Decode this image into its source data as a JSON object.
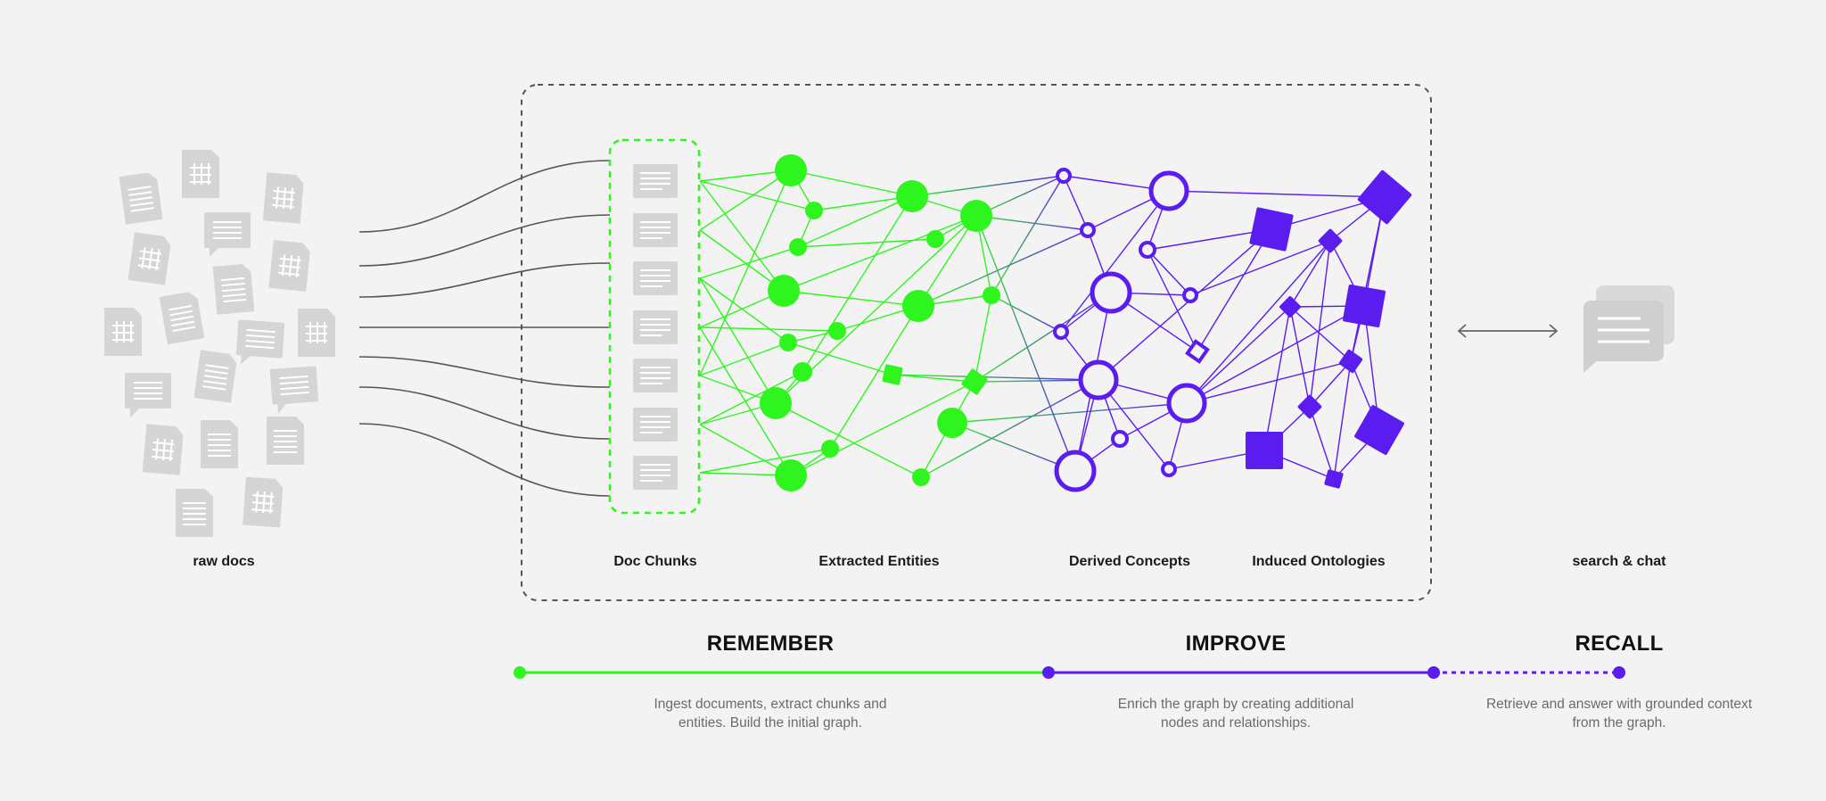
{
  "labels": {
    "raw_docs": "raw docs",
    "doc_chunks": "Doc Chunks",
    "extracted_entities": "Extracted Entities",
    "derived_concepts": "Derived Concepts",
    "induced_ontologies": "Induced Ontologies",
    "search_chat": "search & chat"
  },
  "phases": [
    {
      "title": "REMEMBER",
      "description": "Ingest documents, extract chunks and entities. Build the initial graph."
    },
    {
      "title": "IMPROVE",
      "description": "Enrich the graph by creating additional nodes and relationships."
    },
    {
      "title": "RECALL",
      "description": "Retrieve and answer with grounded context from the graph."
    }
  ],
  "colors": {
    "background": "#f3f3f3",
    "green": "#2ff51f",
    "purple": "#5b1cf0",
    "doc_gray": "#d5d5d5",
    "line_gray": "#555555"
  }
}
